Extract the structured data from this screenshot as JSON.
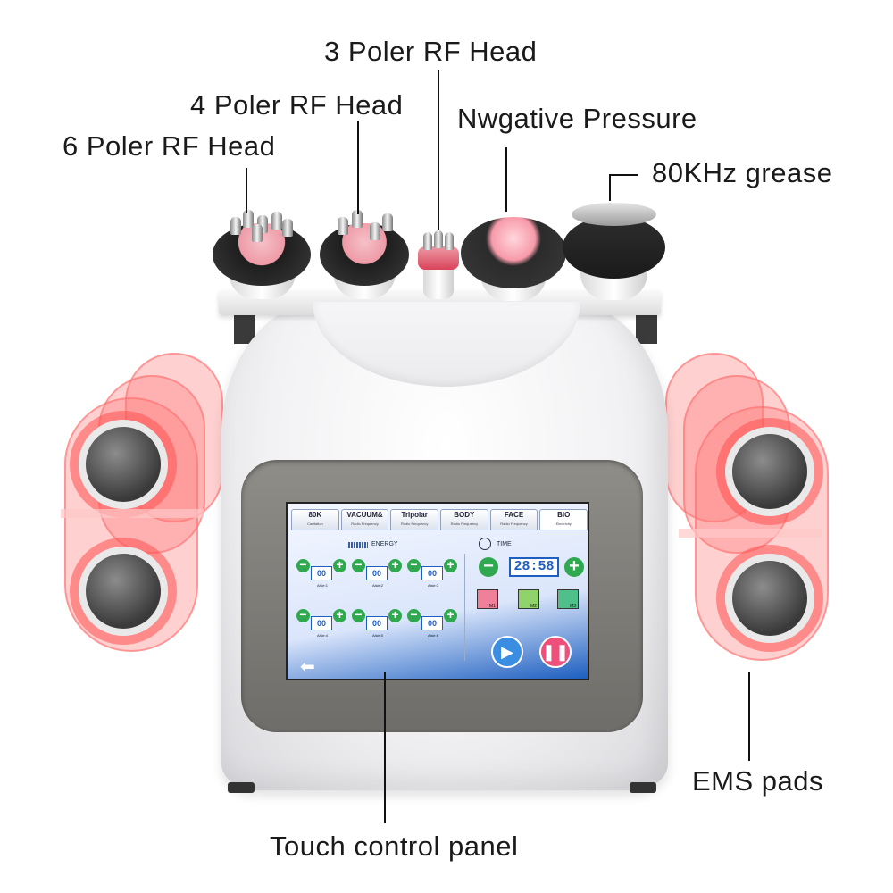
{
  "callouts": {
    "three_poler_rf_head": "3 Poler RF Head",
    "four_poler_rf_head": "4 Poler RF Head",
    "nwgative_pressure": "Nwgative Pressure",
    "six_poler_rf_head": "6 Poler RF Head",
    "khz_grease": "80KHz grease",
    "ems_pads": "EMS pads",
    "touch_control_panel": "Touch control panel"
  },
  "screen": {
    "tabs": [
      {
        "title": "80K",
        "subtitle": "Cavitation"
      },
      {
        "title": "VACUUM&",
        "subtitle": "Radio Frequency"
      },
      {
        "title": "Tripolar",
        "subtitle": "Radio Frequency"
      },
      {
        "title": "BODY",
        "subtitle": "Radio Frequency"
      },
      {
        "title": "FACE",
        "subtitle": "Radio Frequency"
      },
      {
        "title": "BIO",
        "subtitle": "Electricity"
      }
    ],
    "energy_label": "ENERGY",
    "time_label": "TIME",
    "time_value": "28:58",
    "aisles": [
      {
        "value": "00",
        "label": "Aisle:1"
      },
      {
        "value": "00",
        "label": "Aisle:2"
      },
      {
        "value": "00",
        "label": "Aisle:3"
      },
      {
        "value": "00",
        "label": "Aisle:4"
      },
      {
        "value": "00",
        "label": "Aisle:5"
      },
      {
        "value": "00",
        "label": "Aisle:6"
      }
    ],
    "modes": [
      "M1",
      "M2",
      "M3"
    ],
    "minus_glyph": "−",
    "plus_glyph": "+"
  },
  "colors": {
    "screen_accent": "#1d5fc0",
    "button_green": "#2fa84f",
    "play_blue": "#3a8de0",
    "pause_pink": "#ee4f7b",
    "ems_red": "#ff5a5a"
  }
}
